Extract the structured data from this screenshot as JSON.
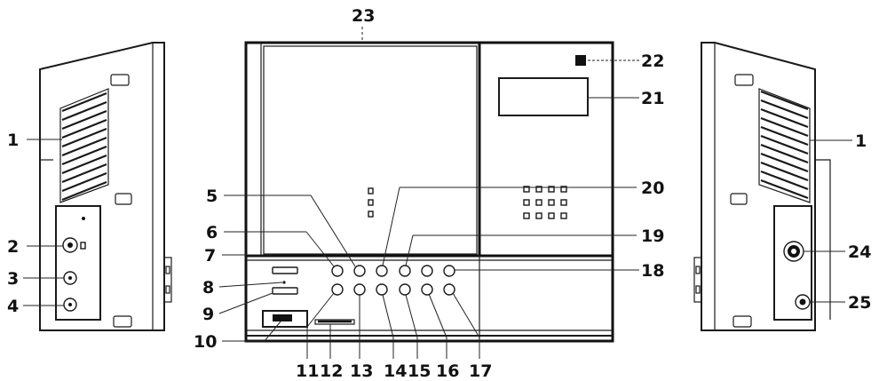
{
  "callouts": {
    "c1": "1",
    "c2": "2",
    "c3": "3",
    "c4": "4",
    "c5": "5",
    "c6": "6",
    "c7": "7",
    "c8": "8",
    "c9": "9",
    "c10": "10",
    "c11": "11",
    "c12": "12",
    "c13": "13",
    "c14": "14",
    "c15": "15",
    "c16": "16",
    "c17": "17",
    "c18": "18",
    "c19": "19",
    "c20": "20",
    "c21": "21",
    "c22": "22",
    "c23": "23",
    "c24": "24",
    "c25": "25",
    "c1r": "1"
  },
  "colors": {
    "line": "#1a1a1a",
    "background": "#ffffff"
  }
}
